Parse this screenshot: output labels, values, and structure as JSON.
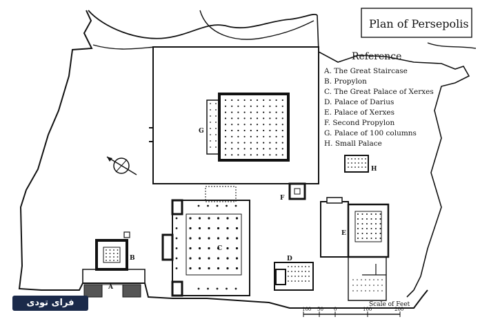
{
  "map": {
    "title": "Plan of Persepolis",
    "reference_heading": "Reference",
    "reference_items": [
      "A. The Great Staircase",
      "B. Propylon",
      "C. The Great Palace of Xerxes",
      "D. Palace of Darius",
      "E. Palace of Xerxes",
      "F. Second Propylon",
      "G. Palace of 100 columns",
      "H. Small Palace"
    ],
    "building_labels": {
      "a": "A",
      "b": "B",
      "c": "C",
      "d": "D",
      "e": "E",
      "f": "F",
      "g": "G",
      "h": "H"
    },
    "scale": {
      "label": "Scale of Feet",
      "ticks": [
        "100",
        "50",
        "0",
        "100",
        "200"
      ]
    },
    "watermark": "فرای تودی"
  }
}
